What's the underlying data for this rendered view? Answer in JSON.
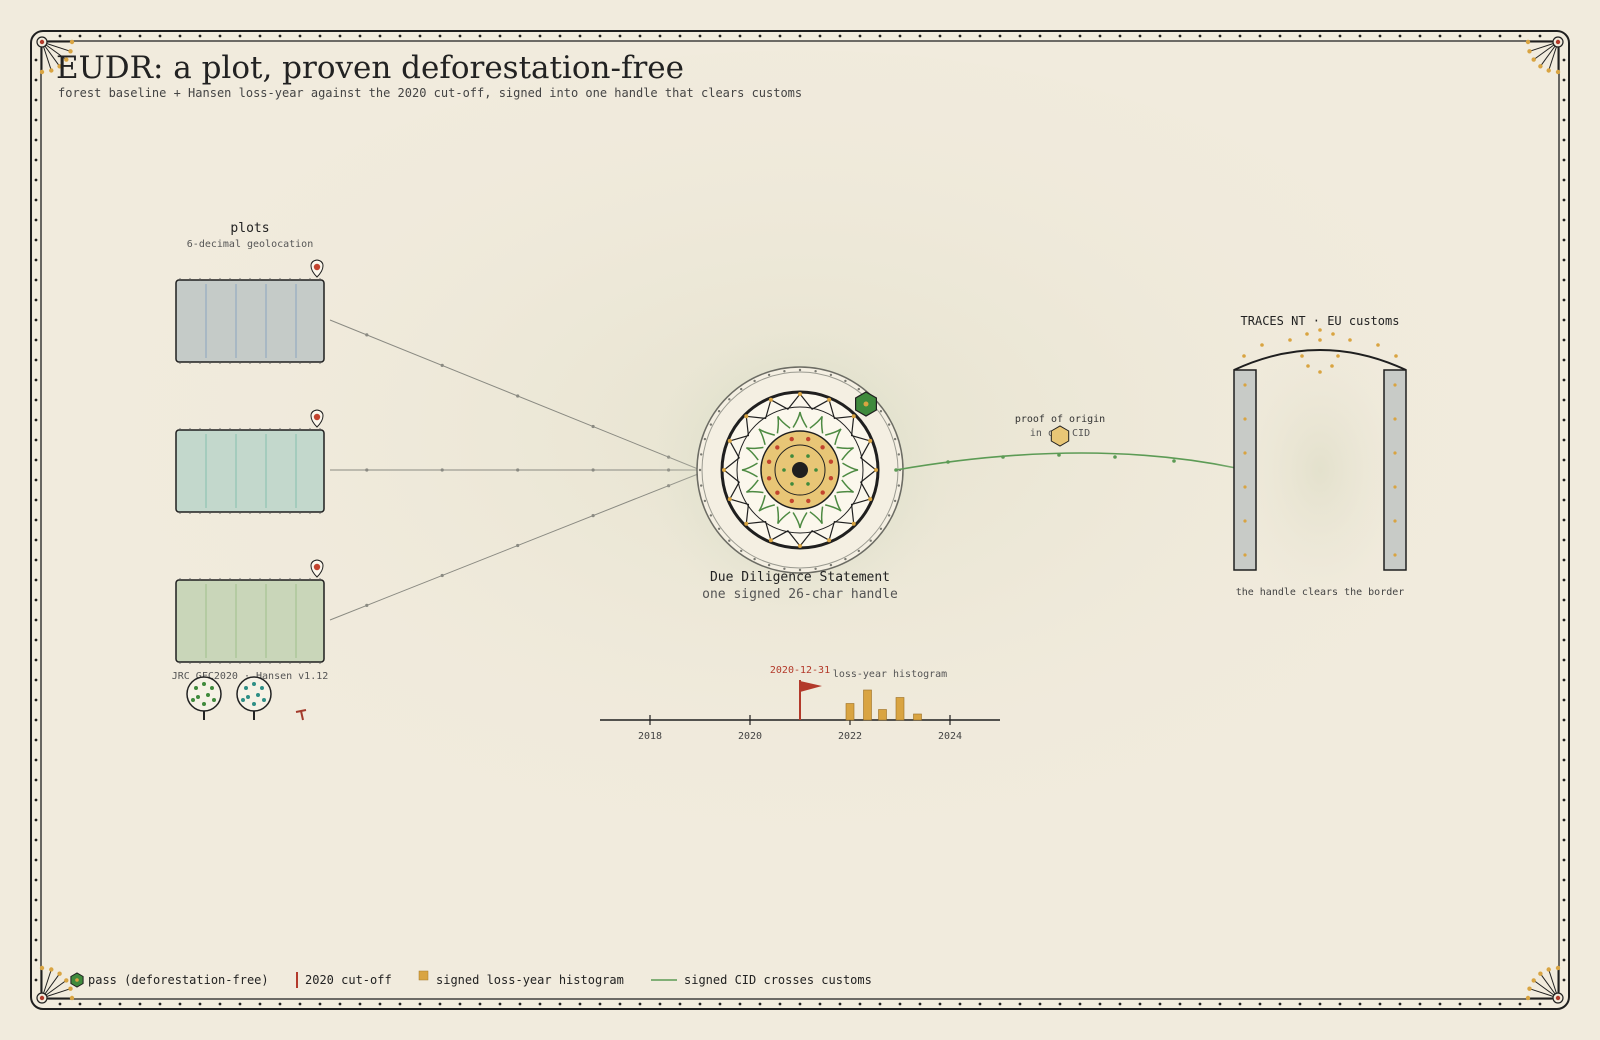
{
  "title": "EUDR: a plot, proven deforestation-free",
  "subtitle": "forest baseline + Hansen loss-year against the 2020 cut-off, signed into one handle that clears customs",
  "plots": {
    "label": "plots",
    "sublabel": "6-decimal geolocation",
    "source_label": "JRC GFC2020 · Hansen v1.12",
    "fills": [
      "#c5cbc8",
      "#c3d8cc",
      "#c9d6b9"
    ],
    "stripes": [
      "#8aa6bf",
      "#86bfae",
      "#9ec08a"
    ]
  },
  "dds": {
    "title": "Due Diligence Statement",
    "subtitle": "one signed 26-char handle"
  },
  "proof": {
    "line1": "proof of origin",
    "line2": "in one CID"
  },
  "customs": {
    "title": "TRACES NT · EU customs",
    "caption": "the handle clears the border"
  },
  "timeline": {
    "cutoff_label": "2020-12-31",
    "histogram_label": "loss-year histogram",
    "ticks": [
      "2018",
      "2020",
      "2022",
      "2024"
    ],
    "cutoff_year": 2021,
    "bars": [
      {
        "year": 2022,
        "value": 0.55
      },
      {
        "year": 2022.35,
        "value": 1.0
      },
      {
        "year": 2022.65,
        "value": 0.35
      },
      {
        "year": 2023,
        "value": 0.75
      },
      {
        "year": 2023.35,
        "value": 0.2
      }
    ]
  },
  "legend": {
    "pass": "pass (deforestation-free)",
    "cutoff": "2020 cut-off",
    "histogram": "signed loss-year histogram",
    "cid": "signed CID crosses customs"
  },
  "colors": {
    "background": "#f1ebdd",
    "ink": "#1f1f1f",
    "pass_green": "#3f8a3c",
    "cutoff_red": "#b33a2b",
    "gold": "#d9a441",
    "cid_line": "#5c9b55"
  }
}
